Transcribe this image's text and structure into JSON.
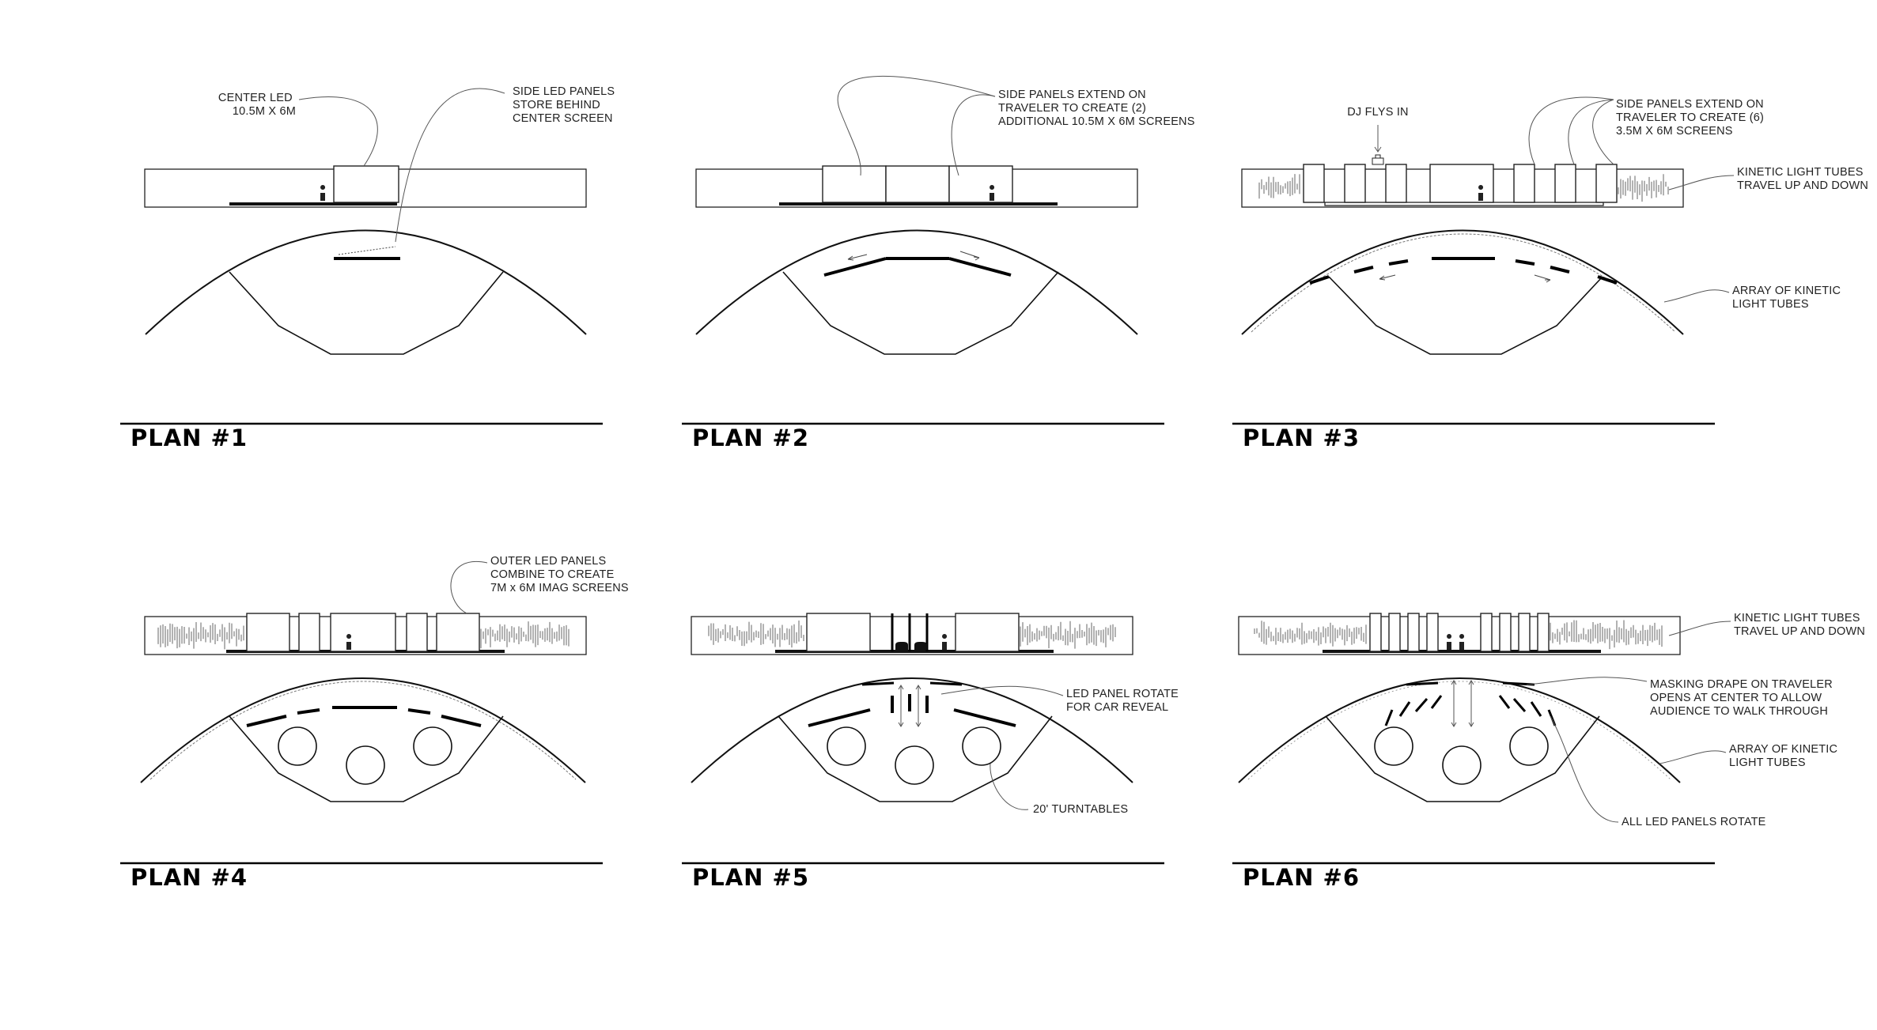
{
  "plans": [
    {
      "title": "PLAN #1",
      "notes": [
        [
          "CENTER LED",
          "10.5M X 6M"
        ],
        [
          "SIDE LED PANELS",
          "STORE BEHIND",
          "CENTER SCREEN"
        ]
      ]
    },
    {
      "title": "PLAN #2",
      "notes": [
        [
          "SIDE PANELS EXTEND ON",
          "TRAVELER TO CREATE (2)",
          "ADDITIONAL 10.5M X 6M SCREENS"
        ]
      ]
    },
    {
      "title": "PLAN #3",
      "notes": [
        [
          "DJ FLYS IN"
        ],
        [
          "SIDE PANELS EXTEND ON",
          "TRAVELER TO CREATE (6)",
          "3.5M X 6M SCREENS"
        ],
        [
          "KINETIC LIGHT TUBES",
          "TRAVEL UP AND DOWN"
        ],
        [
          "ARRAY OF KINETIC",
          "LIGHT TUBES"
        ]
      ]
    },
    {
      "title": "PLAN #4",
      "notes": [
        [
          "OUTER LED PANELS",
          "COMBINE TO CREATE",
          "7M x 6M IMAG SCREENS"
        ]
      ]
    },
    {
      "title": "PLAN #5",
      "notes": [
        [
          "LED PANEL ROTATE",
          "FOR CAR REVEAL"
        ],
        [
          "20' TURNTABLES"
        ]
      ]
    },
    {
      "title": "PLAN #6",
      "notes": [
        [
          "KINETIC LIGHT TUBES",
          "TRAVEL UP AND DOWN"
        ],
        [
          "MASKING DRAPE ON TRAVELER",
          "OPENS AT CENTER TO ALLOW",
          "AUDIENCE TO WALK THROUGH"
        ],
        [
          "ARRAY OF KINETIC",
          "LIGHT TUBES"
        ],
        [
          "ALL LED PANELS ROTATE"
        ]
      ]
    }
  ]
}
